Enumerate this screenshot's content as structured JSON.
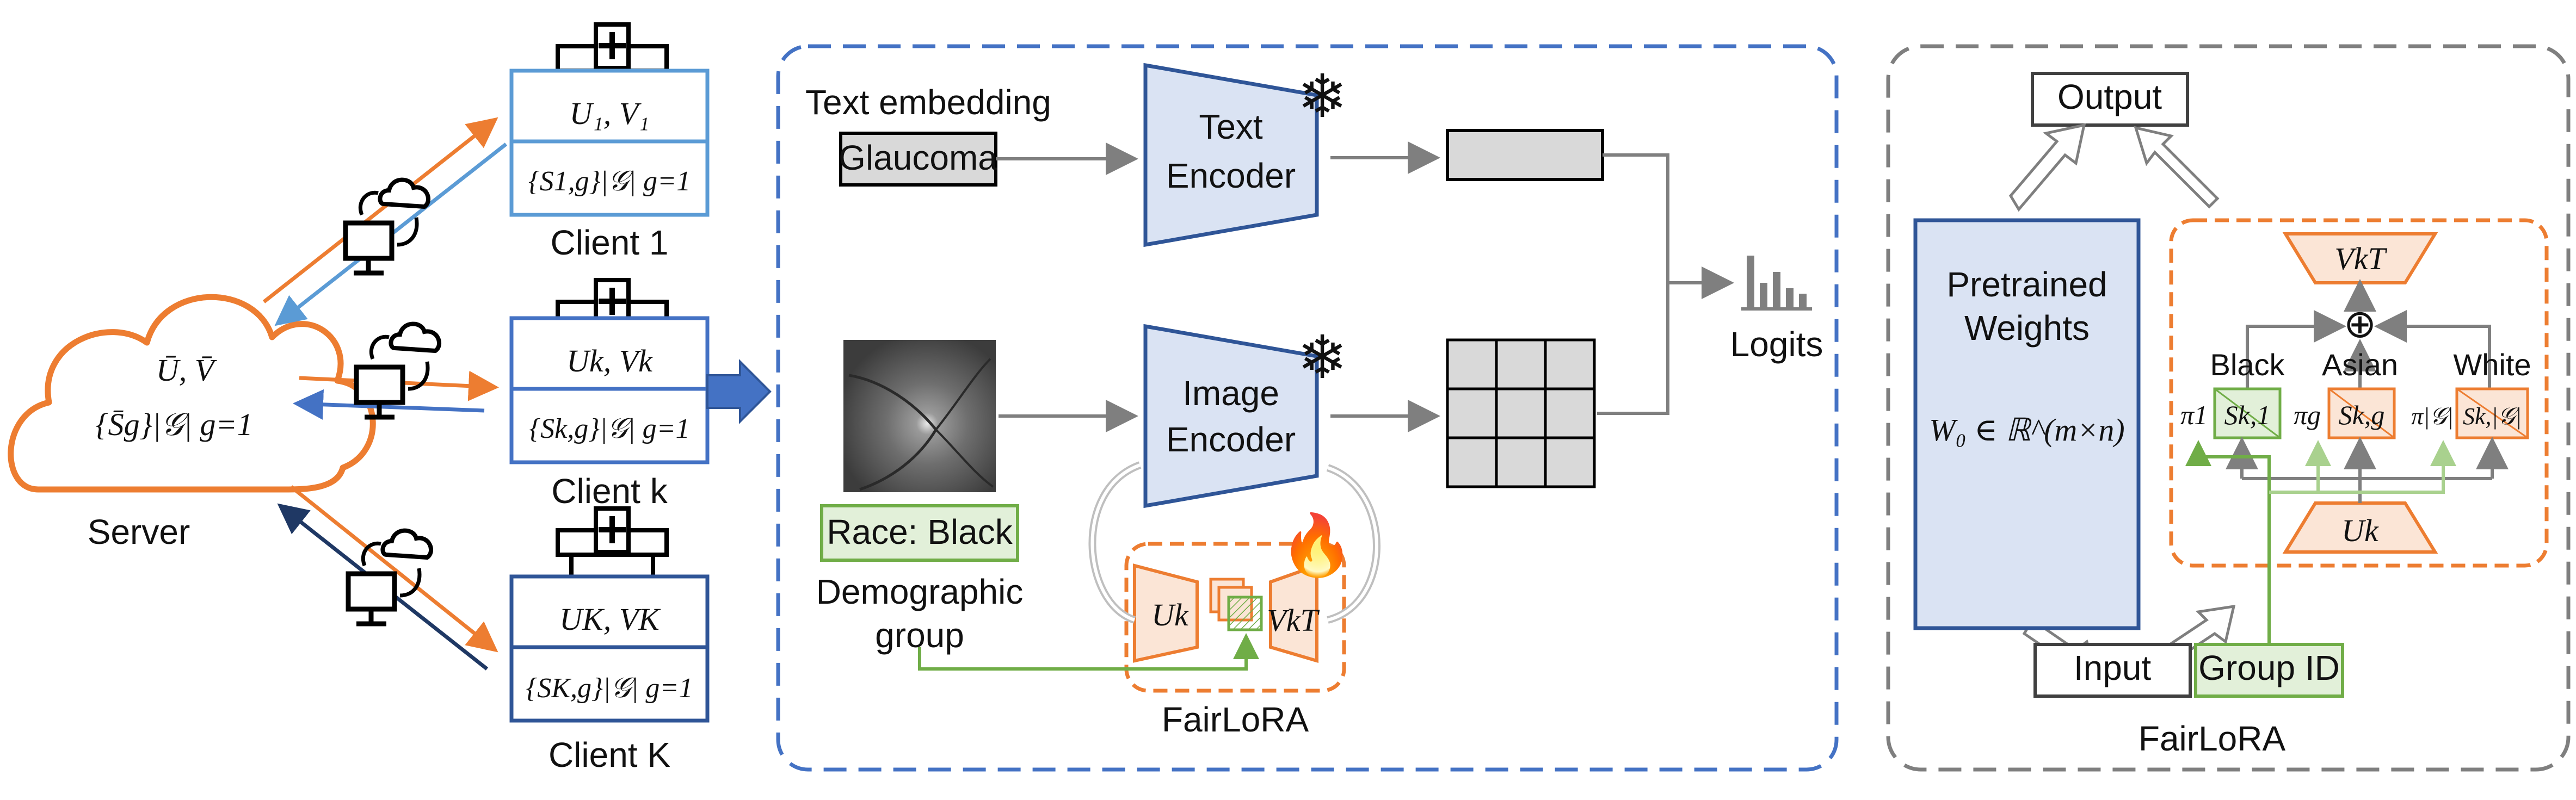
{
  "server": {
    "label": "Server",
    "line1": "Ū, V̄",
    "line2": "{S̄g}|𝒢| g=1"
  },
  "clients": [
    {
      "label": "Client 1",
      "uv": "U₁, V₁",
      "s": "{S1,g}|𝒢| g=1"
    },
    {
      "label": "Client k",
      "uv": "Uk, Vk",
      "s": "{Sk,g}|𝒢| g=1"
    },
    {
      "label": "Client K",
      "uv": "UK, VK",
      "s": "{SK,g}|𝒢| g=1"
    }
  ],
  "middle": {
    "text_embedding_label": "Text embedding",
    "glaucoma_label": "Glaucoma",
    "text_encoder": [
      "Text",
      "Encoder"
    ],
    "image_encoder": [
      "Image",
      "Encoder"
    ],
    "race_label": "Race: Black",
    "demographic_group": [
      "Demographic",
      "group"
    ],
    "fairlora_label": "FairLoRA",
    "logits_label": "Logits",
    "u_k": "Uk",
    "v_k_t": "VkT"
  },
  "right": {
    "output_label": "Output",
    "input_label": "Input",
    "group_id_label": "Group ID",
    "pretrained": [
      "Pretrained",
      "Weights"
    ],
    "w0": "W₀ ∈ ℝ^(m×n)",
    "groups": [
      {
        "name": "Black",
        "pi": "π1",
        "s": "Sk,1"
      },
      {
        "name": "Asian",
        "pi": "πg",
        "s": "Sk,g"
      },
      {
        "name": "White",
        "pi": "π|𝒢|",
        "s": "Sk,|𝒢|"
      }
    ],
    "fairlora_label": "FairLoRA",
    "u_k": "Uk",
    "v_k_t": "VkT",
    "oplus": "⊕"
  },
  "colors": {
    "orange": "#ed7d31",
    "blue_dark": "#2f5597",
    "blue_mid": "#4472c4",
    "blue_light": "#5b9bd5",
    "green": "#70ad47",
    "encoder_fill": "#dae3f3",
    "grey": "#7f7f7f"
  }
}
